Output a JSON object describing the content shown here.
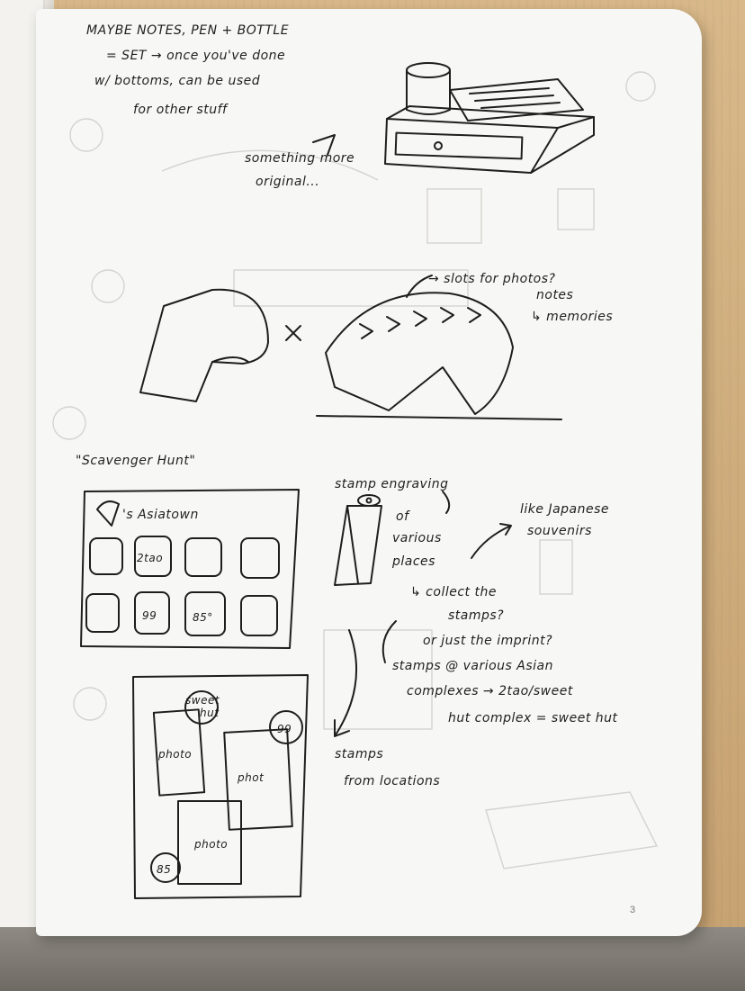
{
  "notes": {
    "title": "MAYBE NOTES, PEN + BOTTLE",
    "line2": "= SET → once you've done",
    "line3": "w/ bottoms, can be used",
    "line4": "for other stuff",
    "original_a": "something more",
    "original_b": "original..."
  },
  "slots": {
    "a": "→ slots for photos?",
    "b": "notes",
    "c": "↳ memories"
  },
  "hunt": {
    "title": "\"Scavenger Hunt\"",
    "card_title": "'s Asiatown",
    "cells_top": [
      "",
      "2tao",
      "",
      ""
    ],
    "cells_bottom": [
      "",
      "99",
      "85°",
      ""
    ]
  },
  "stamp": {
    "l1": "stamp engraving",
    "l2": "of",
    "l3": "various",
    "l4": "places",
    "collect1": "↳ collect the",
    "collect2": "stamps?",
    "japanese1": "like Japanese",
    "japanese2": "souvenirs",
    "imprint": "or just the imprint?",
    "asian1": "stamps @ various Asian",
    "asian2": "complexes → 2tao/sweet",
    "asian3": "hut complex = sweet hut",
    "loc1": "stamps",
    "loc2": "from locations"
  },
  "collage": {
    "photo1": "photo",
    "photo2": "phot",
    "photo3": "photo",
    "badge_sweet_a": "sweet",
    "badge_sweet_b": "hut",
    "badge_99": "99",
    "badge_85": "85"
  },
  "page_number": "3"
}
